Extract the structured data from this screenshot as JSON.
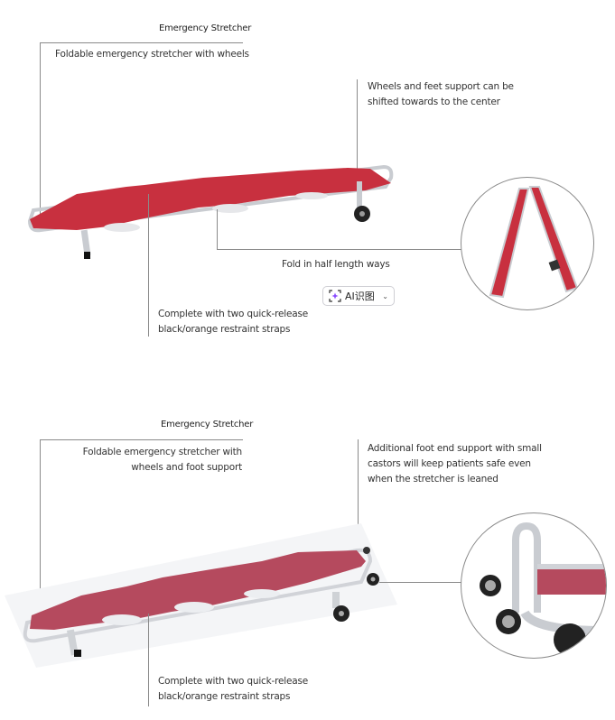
{
  "section1": {
    "title": "Emergency Stretcher",
    "subtitle": "Foldable emergency stretcher with wheels",
    "callouts": {
      "wheels": [
        "Wheels and feet support can be",
        "shifted towards to the center"
      ],
      "fold": "Fold in half length ways",
      "straps": [
        "Complete with two quick-release",
        "black/orange restraint straps"
      ]
    },
    "images": {
      "main": "red-folding-stretcher-with-wheels",
      "detail": "stretcher-folded-in-half"
    }
  },
  "ai_button": {
    "icon": "ai-scan-icon",
    "label": "AI识图",
    "chevron": "chevron-down-icon"
  },
  "section2": {
    "title": "Emergency Stretcher",
    "subtitle": [
      "Foldable emergency stretcher with",
      "wheels and foot support"
    ],
    "callouts": {
      "foot_support": [
        "Additional foot end support with small",
        "castors will keep patients safe even",
        "when the stretcher is leaned"
      ],
      "straps": [
        "Complete with two quick-release",
        "black/orange restraint straps"
      ]
    },
    "images": {
      "main": "red-stretcher-with-foot-support",
      "detail": "foot-end-castors-closeup"
    }
  },
  "colors": {
    "fabric": "#c8303f",
    "fabric2": "#b54a5e",
    "line": "#8a8a8a",
    "frame": "#c9ccd1"
  }
}
